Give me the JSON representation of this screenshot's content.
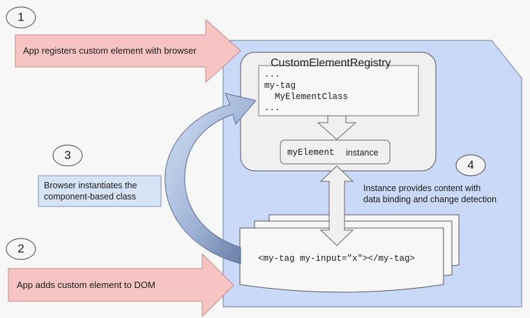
{
  "steps": [
    {
      "number": "1",
      "label": "App registers custom element with browser"
    },
    {
      "number": "2",
      "label": "App adds custom element to DOM"
    },
    {
      "number": "3",
      "label": "Browser instantiates the\ncomponent-based class"
    },
    {
      "number": "4",
      "label": "Instance provides content with\ndata binding and change detection"
    }
  ],
  "registry": {
    "title": "CustomElementRegistry",
    "entries": "...\nmy-tag\n  MyElementClass\n..."
  },
  "instance": {
    "code": "myElement",
    "text": "instance"
  },
  "dom_snippet": "<my-tag my-input=\"x\"></my-tag>",
  "colors": {
    "browser_area": "#c9d9f7",
    "arrow_fill": "#f6c4c2",
    "box_fill": "#f0f0f0",
    "curve_light": "#c6d8f2",
    "curve_dark": "#6b7da3",
    "callout_fill": "#d5e3f5"
  }
}
